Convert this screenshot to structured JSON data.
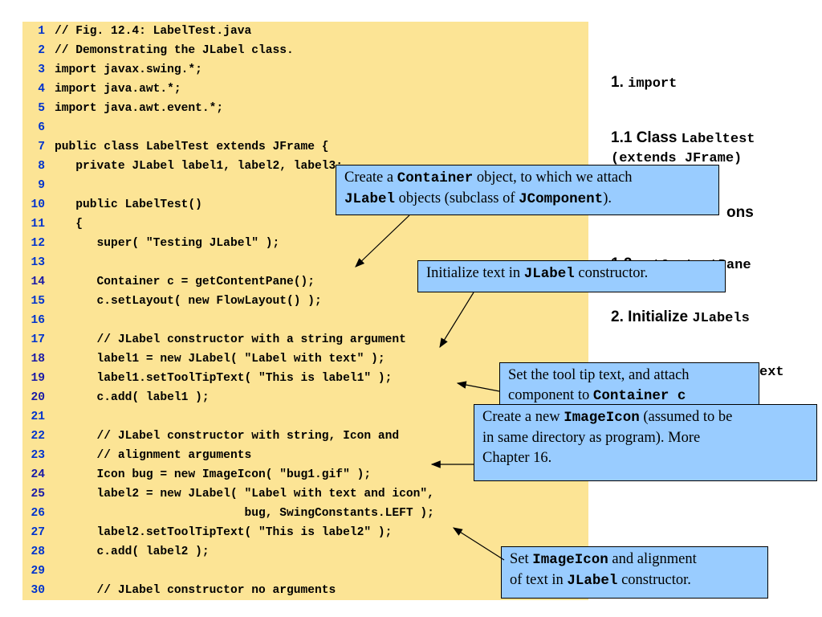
{
  "code_lines": [
    {
      "num": "1",
      "text": "// Fig. 12.4: LabelTest.java",
      "highlight": false
    },
    {
      "num": "2",
      "text": "// Demonstrating the JLabel class.",
      "highlight": false
    },
    {
      "num": "3",
      "text": "import javax.swing.*;",
      "highlight": false
    },
    {
      "num": "4",
      "text": "import java.awt.*;",
      "highlight": false
    },
    {
      "num": "5",
      "text": "import java.awt.event.*;",
      "highlight": false
    },
    {
      "num": "6",
      "text": "",
      "highlight": false
    },
    {
      "num": "7",
      "text": "public class LabelTest extends JFrame {",
      "highlight": false
    },
    {
      "num": "8",
      "text": "   private JLabel label1, label2, label3;",
      "highlight": false
    },
    {
      "num": "9",
      "text": "",
      "highlight": false
    },
    {
      "num": "10",
      "text": "   public LabelTest()",
      "highlight": false
    },
    {
      "num": "11",
      "text": "   {",
      "highlight": false
    },
    {
      "num": "12",
      "text": "      super( \"Testing JLabel\" );",
      "highlight": false
    },
    {
      "num": "13",
      "text": "",
      "highlight": false
    },
    {
      "num": "14",
      "text": "      Container c = getContentPane();",
      "highlight": true
    },
    {
      "num": "15",
      "text": "      c.setLayout( new FlowLayout() );",
      "highlight": false
    },
    {
      "num": "16",
      "text": "",
      "highlight": false
    },
    {
      "num": "17",
      "text": "      // JLabel constructor with a string argument",
      "highlight": false
    },
    {
      "num": "18",
      "text": "      label1 = new JLabel( \"Label with text\" );",
      "highlight": true
    },
    {
      "num": "19",
      "text": "      label1.setToolTipText( \"This is label1\" );",
      "highlight": true
    },
    {
      "num": "20",
      "text": "      c.add( label1 );",
      "highlight": true
    },
    {
      "num": "21",
      "text": "",
      "highlight": false
    },
    {
      "num": "22",
      "text": "      // JLabel constructor with string, Icon and",
      "highlight": false
    },
    {
      "num": "23",
      "text": "      // alignment arguments",
      "highlight": false
    },
    {
      "num": "24",
      "text": "      Icon bug = new ImageIcon( \"bug1.gif\" );",
      "highlight": true
    },
    {
      "num": "25",
      "text": "      label2 = new JLabel( \"Label with text and icon\",",
      "highlight": true
    },
    {
      "num": "26",
      "text": "                           bug, SwingConstants.LEFT );",
      "highlight": false
    },
    {
      "num": "27",
      "text": "      label2.setToolTipText( \"This is label2\" );",
      "highlight": false
    },
    {
      "num": "28",
      "text": "      c.add( label2 );",
      "highlight": false
    },
    {
      "num": "29",
      "text": "",
      "highlight": false
    },
    {
      "num": "30",
      "text": "      // JLabel constructor no arguments",
      "highlight": false
    }
  ],
  "outline": {
    "item1": {
      "prefix": "1. ",
      "mono": "import"
    },
    "item2": {
      "prefix": "1.1 Class ",
      "mono": "Labeltest"
    },
    "item2b": {
      "mono": "(extends JFrame)"
    },
    "item3": {
      "visible": "ons"
    },
    "item4": {
      "prefix": "1.2 ",
      "mono": "getContentPane"
    },
    "item5": {
      "prefix": "2. Initialize ",
      "mono": "JLabels"
    },
    "item6": {
      "mono": "ext"
    }
  },
  "callouts": {
    "container": {
      "t1": "Create a ",
      "m1": "Container",
      "t2": " object, to which we attach",
      "m2": "JLabel",
      "t3": " objects (subclass of ",
      "m3": "JComponent",
      "t4": ")."
    },
    "init_text": {
      "t1": "Initialize text in ",
      "m1": "JLabel",
      "t2": " constructor."
    },
    "tooltip": {
      "t1": "Set the tool tip text, and attach",
      "t2": "component to ",
      "m1": "Container c"
    },
    "imageicon": {
      "t1": "Create a new ",
      "m1": "ImageIcon",
      "t2": " (assumed to be",
      "t3": "in same directory as program).  More",
      "t4": "Chapter 16."
    },
    "set_icon": {
      "t1": "Set ",
      "m1": "ImageIcon",
      "t2": " and alignment",
      "t3": "of text in ",
      "m2": "JLabel",
      "t4": " constructor."
    }
  },
  "colors": {
    "code_bg": "#fce495",
    "callout_bg": "#99ccff",
    "line_num": "#0033cc"
  }
}
